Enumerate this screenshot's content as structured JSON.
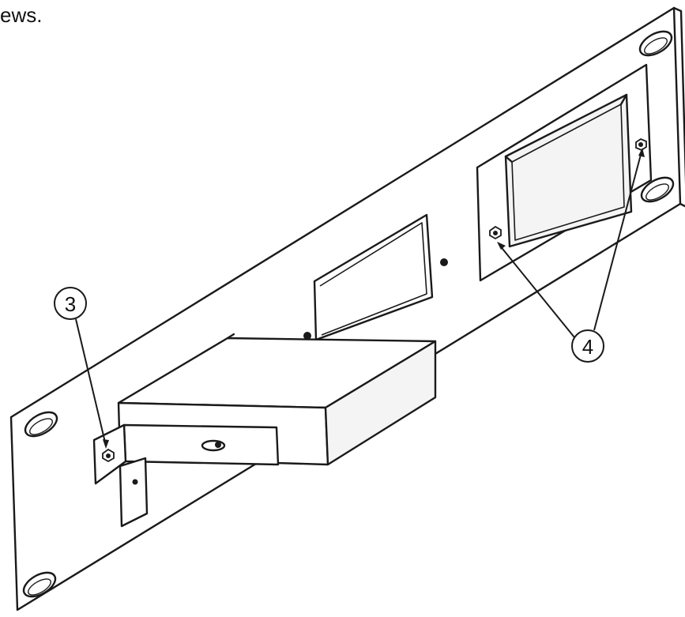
{
  "caption": "ews.",
  "callouts": [
    {
      "label": "3",
      "target": "bracket-nut"
    },
    {
      "label": "4",
      "target": "plate-nuts"
    }
  ],
  "colors": {
    "line": "#1a1a1a",
    "background": "#ffffff"
  }
}
